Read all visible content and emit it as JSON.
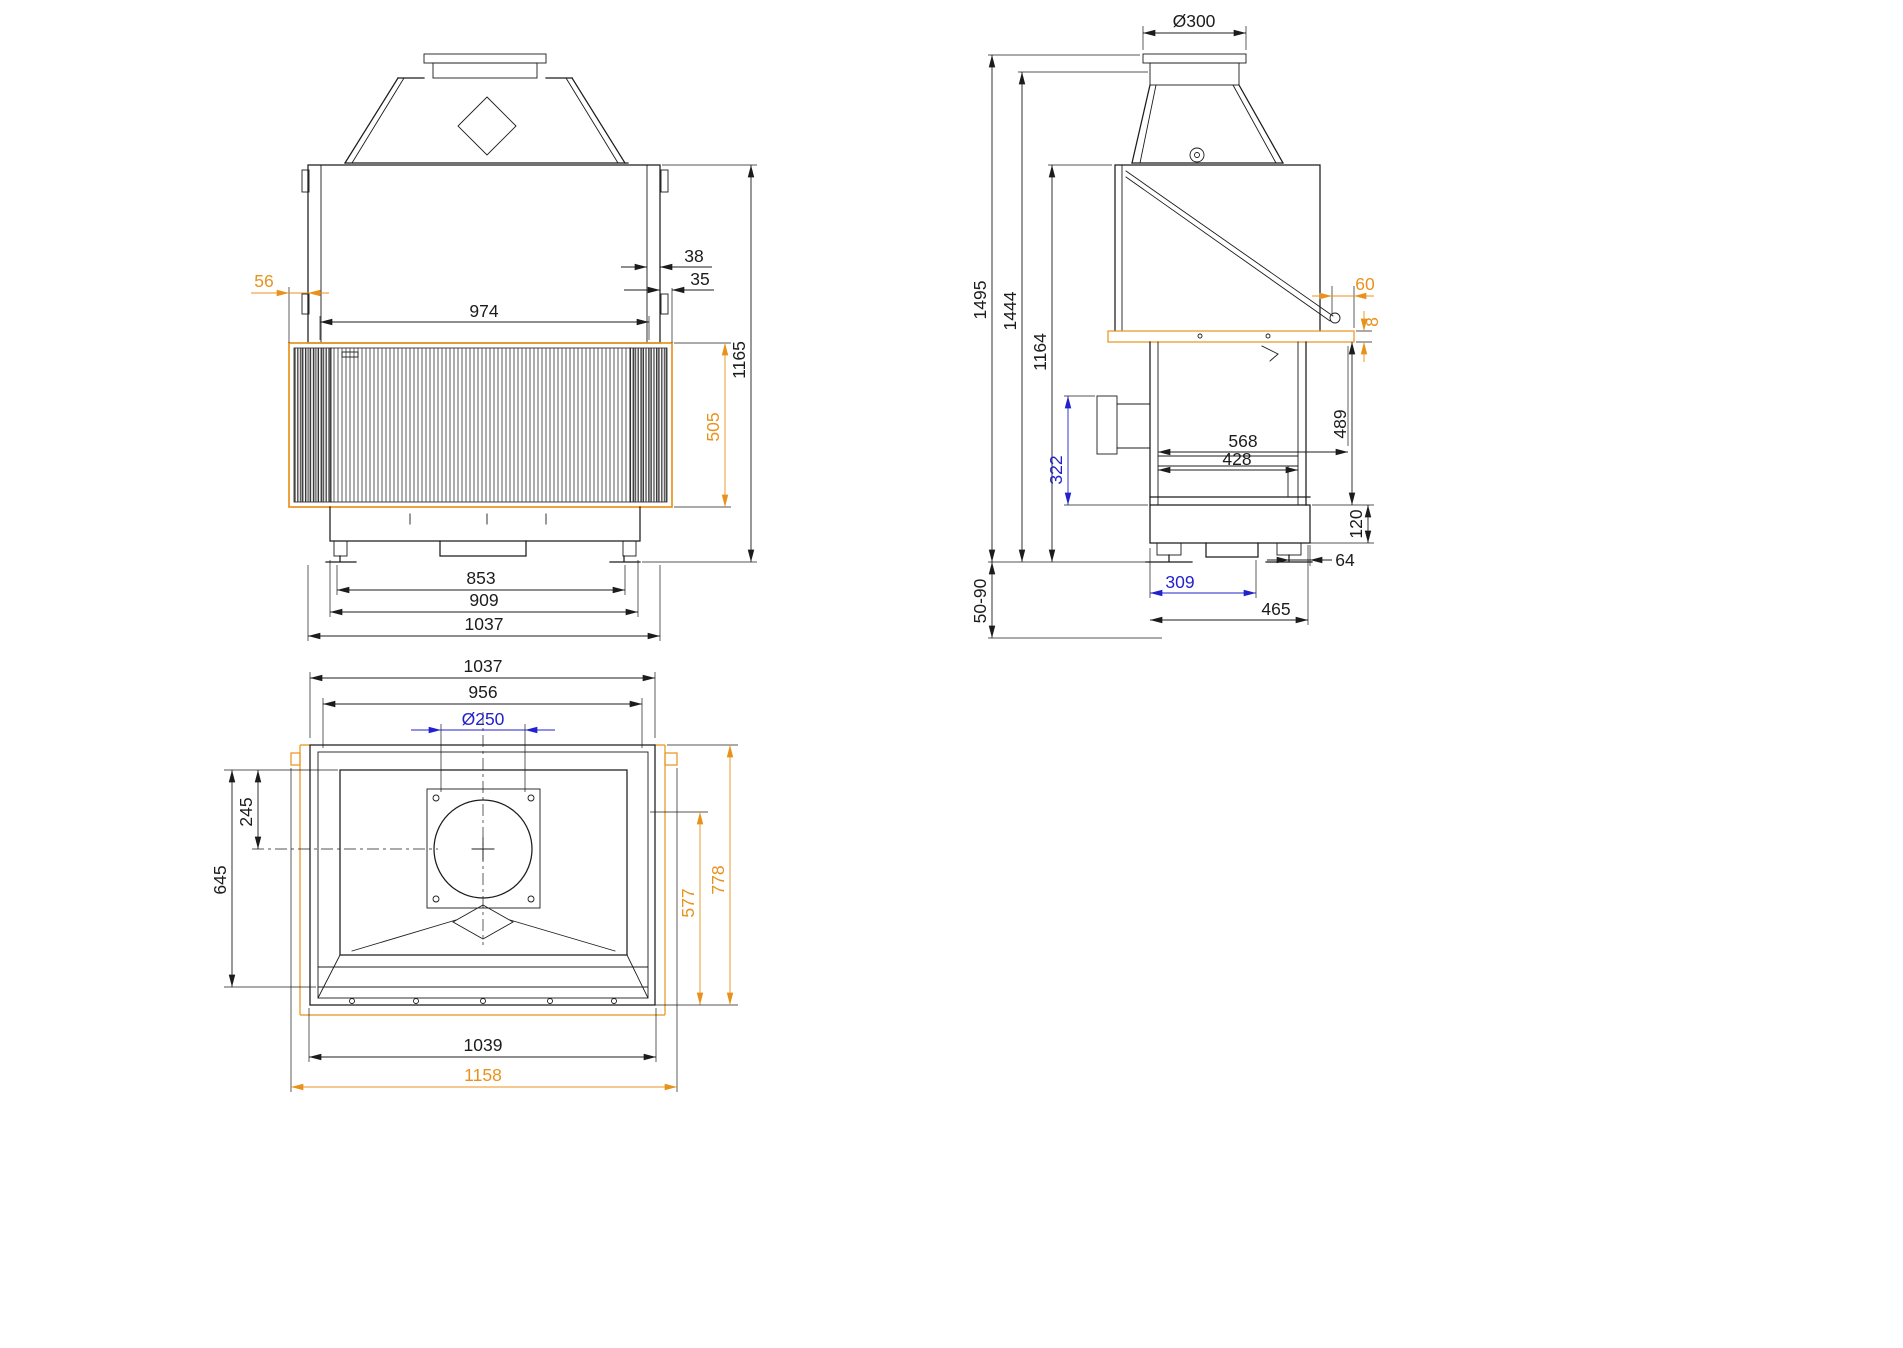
{
  "colors": {
    "line": "#1c1c1c",
    "orange": "#e8921c",
    "blue": "#2222cc",
    "background": "#ffffff"
  },
  "front_view": {
    "dims": {
      "gap_outer": "38",
      "gap_inner": "35",
      "side_offset": "56",
      "glass_width": "974",
      "total_height": "1165",
      "glass_height": "505",
      "feet_spacing": "853",
      "base_width": "909",
      "body_width": "1037"
    }
  },
  "side_view": {
    "dims": {
      "flue_diameter": "Ø300",
      "total_height": "1495",
      "collar_height": "1444",
      "body_height": "1164",
      "frame_overhang": "60",
      "frame_lip": "8",
      "opening_height": "489",
      "depth_top": "568",
      "depth_floor": "428",
      "intake_height": "322",
      "base_height": "120",
      "foot_offset": "64",
      "foot_depth": "309",
      "base_depth": "465",
      "leg_range": "50-90"
    }
  },
  "top_view": {
    "dims": {
      "body_width": "1037",
      "inner_width": "956",
      "flue_diameter": "Ø250",
      "flue_center_offset": "245",
      "inner_depth": "645",
      "glass_depth": "577",
      "total_depth": "778",
      "outer_width": "1039",
      "frame_width": "1158"
    }
  }
}
